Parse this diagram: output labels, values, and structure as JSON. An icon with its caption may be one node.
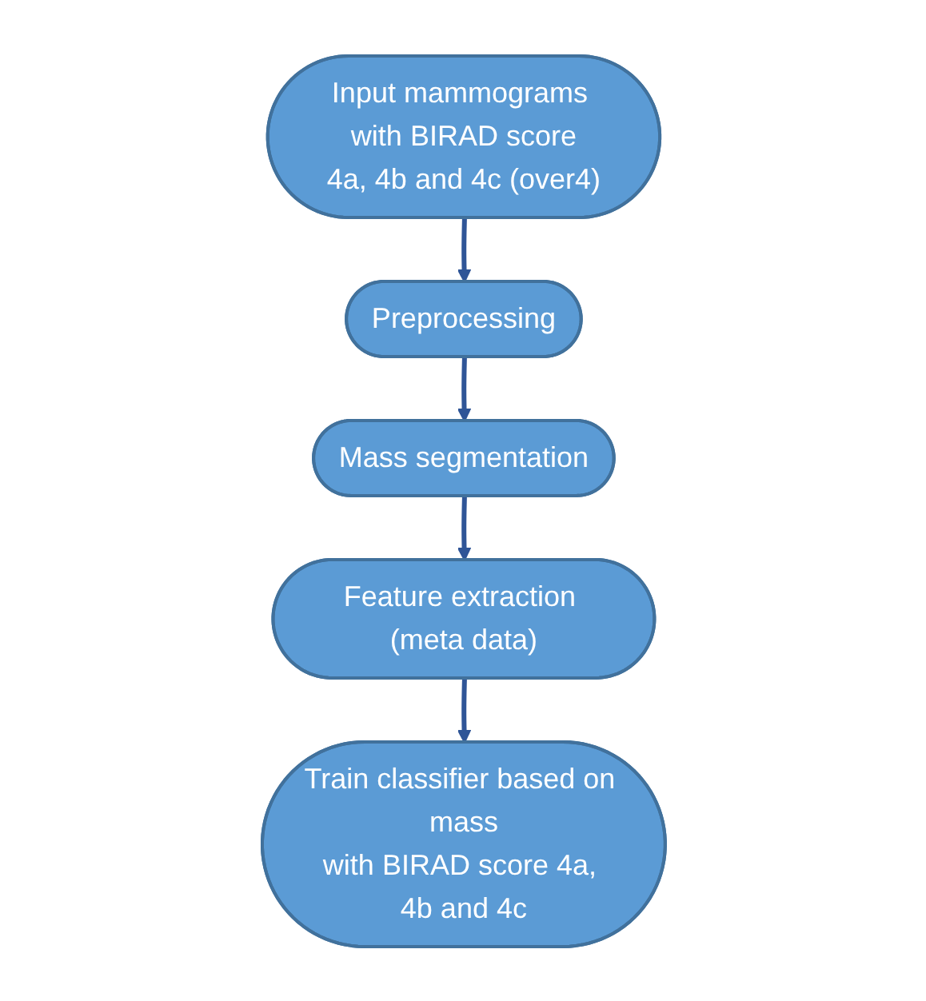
{
  "diagram": {
    "nodes": [
      {
        "text": [
          "Input mammograms with BIRAD score 4a, 4b and 4c (over4)"
        ]
      },
      {
        "text": [
          "Preprocessing"
        ]
      },
      {
        "text": [
          "Mass segmentation"
        ]
      },
      {
        "text": [
          "Feature extraction (meta data)"
        ]
      },
      {
        "text": [
          "Train classifier based on mass with BIRAD score 4a, 4b and 4c"
        ]
      }
    ],
    "edges": [
      {
        "from": 0,
        "to": 1,
        "arrow": "to"
      },
      {
        "from": 1,
        "to": 2,
        "arrow": "to"
      },
      {
        "from": 2,
        "to": 3,
        "arrow": "to"
      },
      {
        "from": 3,
        "to": 4,
        "arrow": "to"
      }
    ]
  }
}
